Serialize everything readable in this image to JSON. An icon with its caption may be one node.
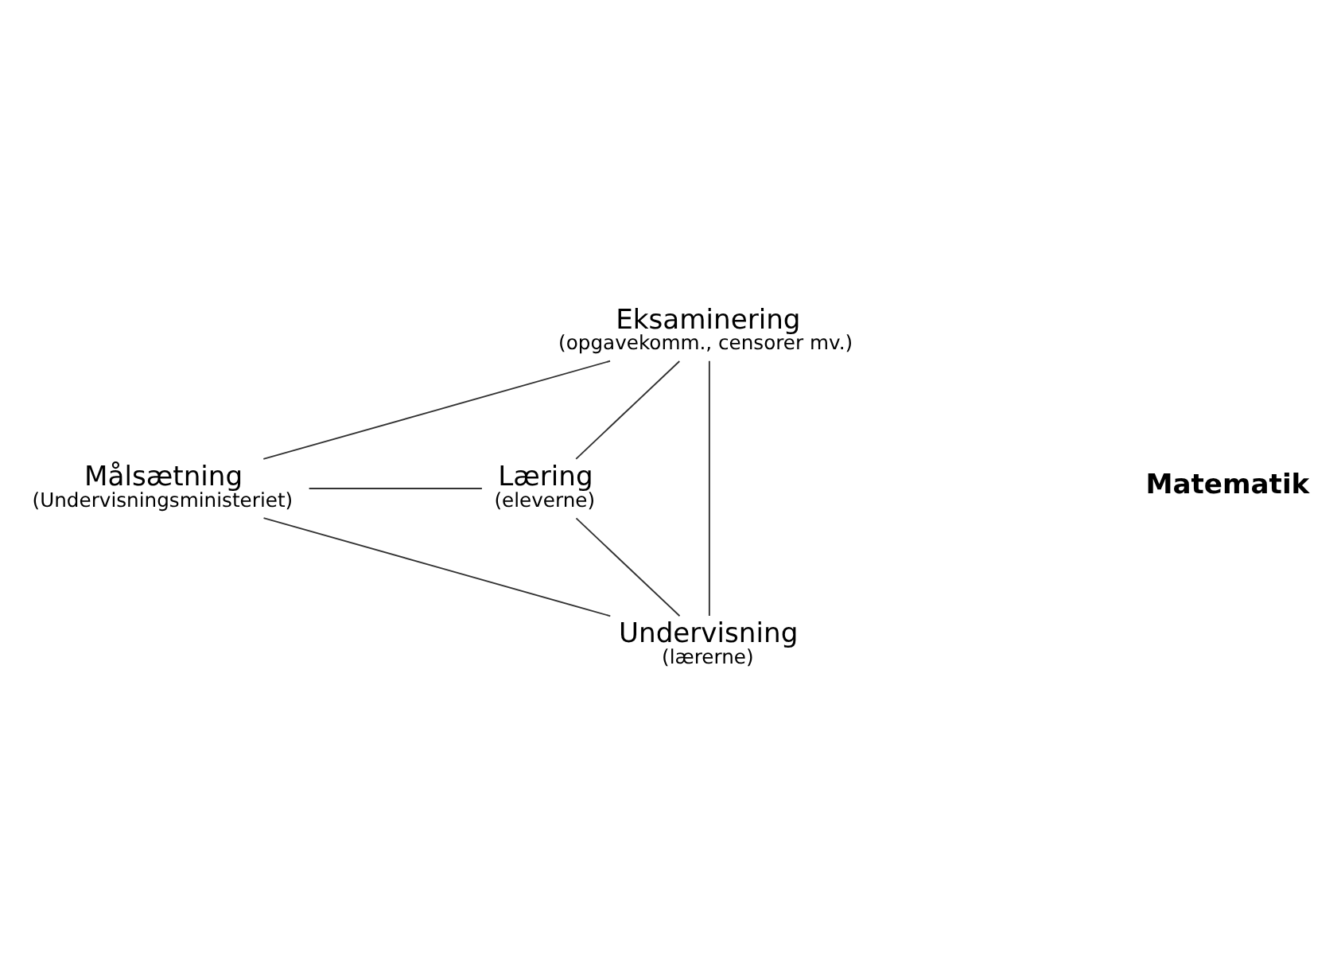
{
  "diagram": {
    "nodes": [
      {
        "text": [
          "Eksaminering",
          "(opgavekomm., censorer mv.)"
        ]
      },
      {
        "text": [
          "Målsætning",
          "(Undervisningsministeriet)"
        ]
      },
      {
        "text": [
          "Læring",
          "(eleverne)"
        ]
      },
      {
        "text": [
          "Undervisning",
          "(lærerne)"
        ]
      }
    ],
    "edges": [
      {
        "from": 0,
        "to": 1,
        "arrow": "none"
      },
      {
        "from": 0,
        "to": 2,
        "arrow": "none"
      },
      {
        "from": 0,
        "to": 3,
        "arrow": "none"
      },
      {
        "from": 1,
        "to": 2,
        "arrow": "none"
      },
      {
        "from": 1,
        "to": 3,
        "arrow": "none"
      },
      {
        "from": 2,
        "to": 3,
        "arrow": "none"
      }
    ],
    "labels": [
      "Matematik"
    ]
  }
}
